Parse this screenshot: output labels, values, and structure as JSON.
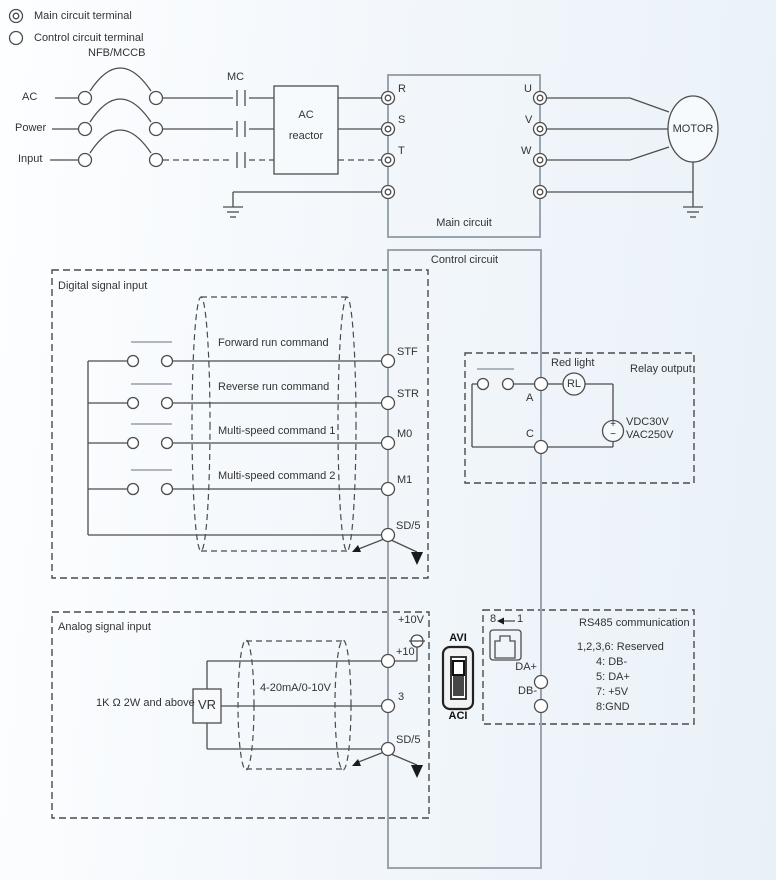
{
  "colors": {
    "background": "#eef4fa",
    "wire": "#4d4d4d",
    "box_border": "#9aa4ad",
    "arrow": "#1a1a1a"
  },
  "legend": {
    "main_terminal": "Main circuit terminal",
    "control_terminal": "Control circuit terminal"
  },
  "power_input": {
    "line1": "AC",
    "line2": "Power",
    "line3": "Input",
    "breaker": "NFB/MCCB",
    "contactor": "MC",
    "reactor_line1": "AC",
    "reactor_line2": "reactor"
  },
  "main_circuit": {
    "label": "Main circuit",
    "input_terminals": [
      "R",
      "S",
      "T"
    ],
    "output_terminals": [
      "U",
      "V",
      "W"
    ],
    "motor": "MOTOR"
  },
  "control_circuit": {
    "label": "Control circuit"
  },
  "digital": {
    "title": "Digital signal input",
    "rows": [
      {
        "command": "Forward run command",
        "terminal": "STF"
      },
      {
        "command": "Reverse run command",
        "terminal": "STR"
      },
      {
        "command": "Multi-speed command 1",
        "terminal": "M0"
      },
      {
        "command": "Multi-speed command 2",
        "terminal": "M1"
      }
    ],
    "common_terminal": "SD/5"
  },
  "relay": {
    "title": "Relay output",
    "light_label": "Red light",
    "light": "RL",
    "terminal_a": "A",
    "terminal_c": "C",
    "rating_line1": "VDC30V",
    "rating_line2": "VAC250V",
    "plus": "+",
    "minus": "−"
  },
  "analog": {
    "title": "Analog signal input",
    "pot_note": "1K Ω 2W and above",
    "pot": "VR",
    "signal_range": "4-20mA/0-10V",
    "supply": "+10V",
    "terminals": {
      "plus10": "+10",
      "three": "3",
      "common": "SD/5"
    }
  },
  "switch": {
    "top": "AVI",
    "bottom": "ACI"
  },
  "rs485": {
    "title": "RS485 communication",
    "connector_pin8": "8",
    "connector_pin1": "1",
    "da": "DA+",
    "db": "DB-",
    "pins": [
      "1,2,3,6: Reserved",
      "4: DB-",
      "5: DA+",
      "7: +5V",
      "8:GND"
    ]
  }
}
